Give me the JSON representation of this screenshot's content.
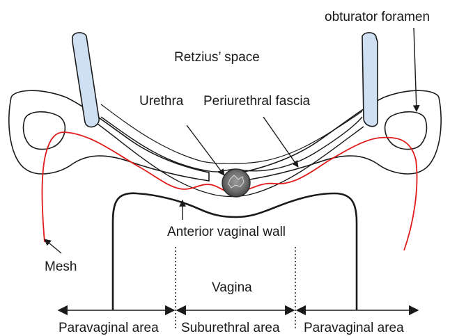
{
  "labels": {
    "obturator_foramen": "obturator foramen",
    "retzius_space": "Retzius’ space",
    "urethra": "Urethra",
    "periurethral_fascia": "Periurethral fascia",
    "anterior_vaginal_wall": "Anterior vaginal wall",
    "mesh": "Mesh",
    "vagina": "Vagina",
    "paravaginal_left": "Paravaginal area",
    "suburethral": "Suburethral area",
    "paravaginal_right": "Paravaginal area"
  },
  "colors": {
    "outline": "#1a1a1a",
    "mesh": "#e01b1b",
    "bone_fill": "#cfe0f2",
    "urethra_fill": "#6d6d6d",
    "background": "#ffffff"
  }
}
